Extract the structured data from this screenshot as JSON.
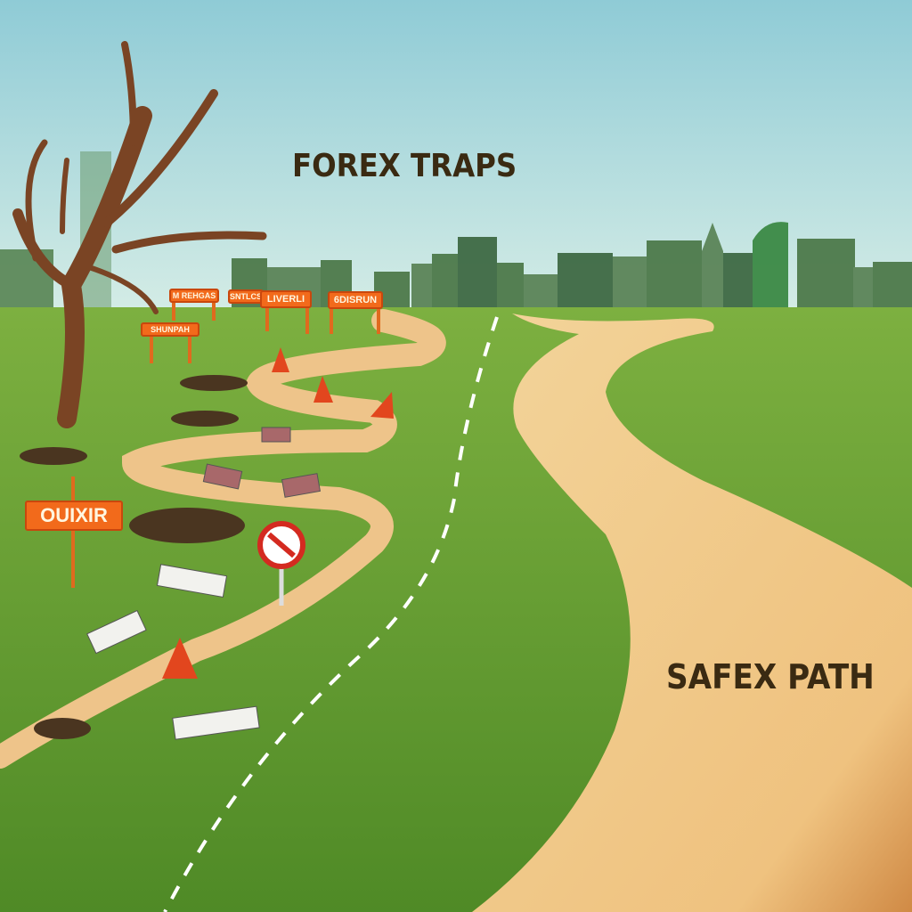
{
  "labels": {
    "traps_title": "FOREX TRAPS",
    "safe_title": "SAFEX PATH"
  },
  "signs": {
    "big_sign": "OUIXIR",
    "sign_1": "M REHGAS",
    "sign_2": "SNTLCS",
    "sign_3": "LIVERLI",
    "sign_4": "6DISRUN",
    "sign_5": "SHUNPAH"
  },
  "colors": {
    "sky_top": "#8fcbd6",
    "sky_bottom": "#d6ede6",
    "grass": "#5f9a2e",
    "path": "#f0c986",
    "sign": "#f26a1b",
    "text": "#3a2a12"
  }
}
